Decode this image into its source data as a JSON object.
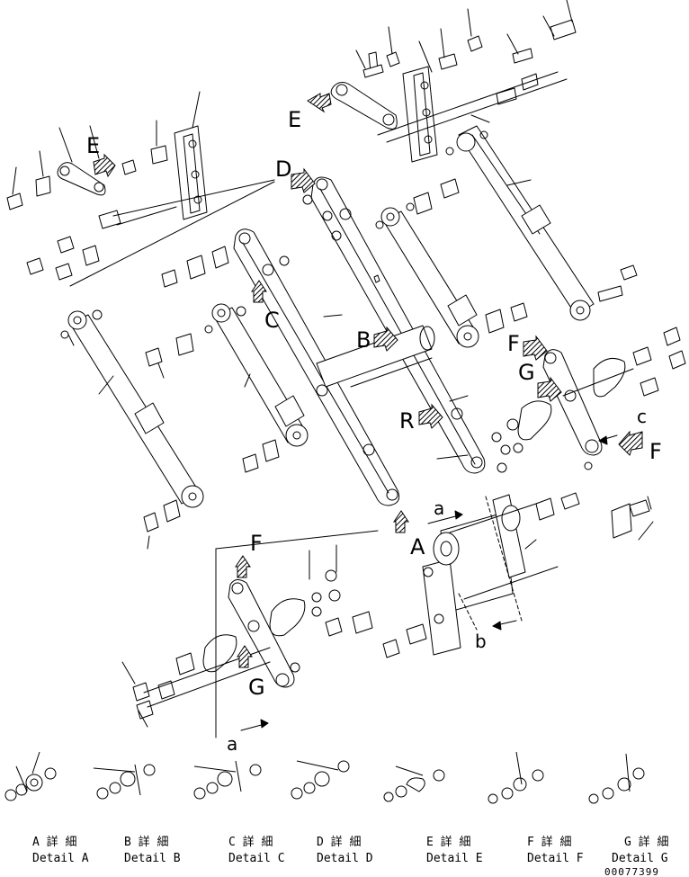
{
  "callouts": {
    "A": "A",
    "B": "B",
    "C": "C",
    "D": "D",
    "E": "E",
    "F": "F",
    "G": "G",
    "R": "R",
    "a": "a",
    "b": "b",
    "c": "c"
  },
  "details": [
    {
      "jp": "A 詳 細",
      "en": "Detail A"
    },
    {
      "jp": "B 詳 細",
      "en": "Detail B"
    },
    {
      "jp": "C 詳 細",
      "en": "Detail C"
    },
    {
      "jp": "D 詳 細",
      "en": "Detail D"
    },
    {
      "jp": "E 詳 細",
      "en": "Detail E"
    },
    {
      "jp": "F 詳 細",
      "en": "Detail F"
    },
    {
      "jp": "G 詳 細",
      "en": "Detail G"
    }
  ],
  "drawing_code": "00077399"
}
